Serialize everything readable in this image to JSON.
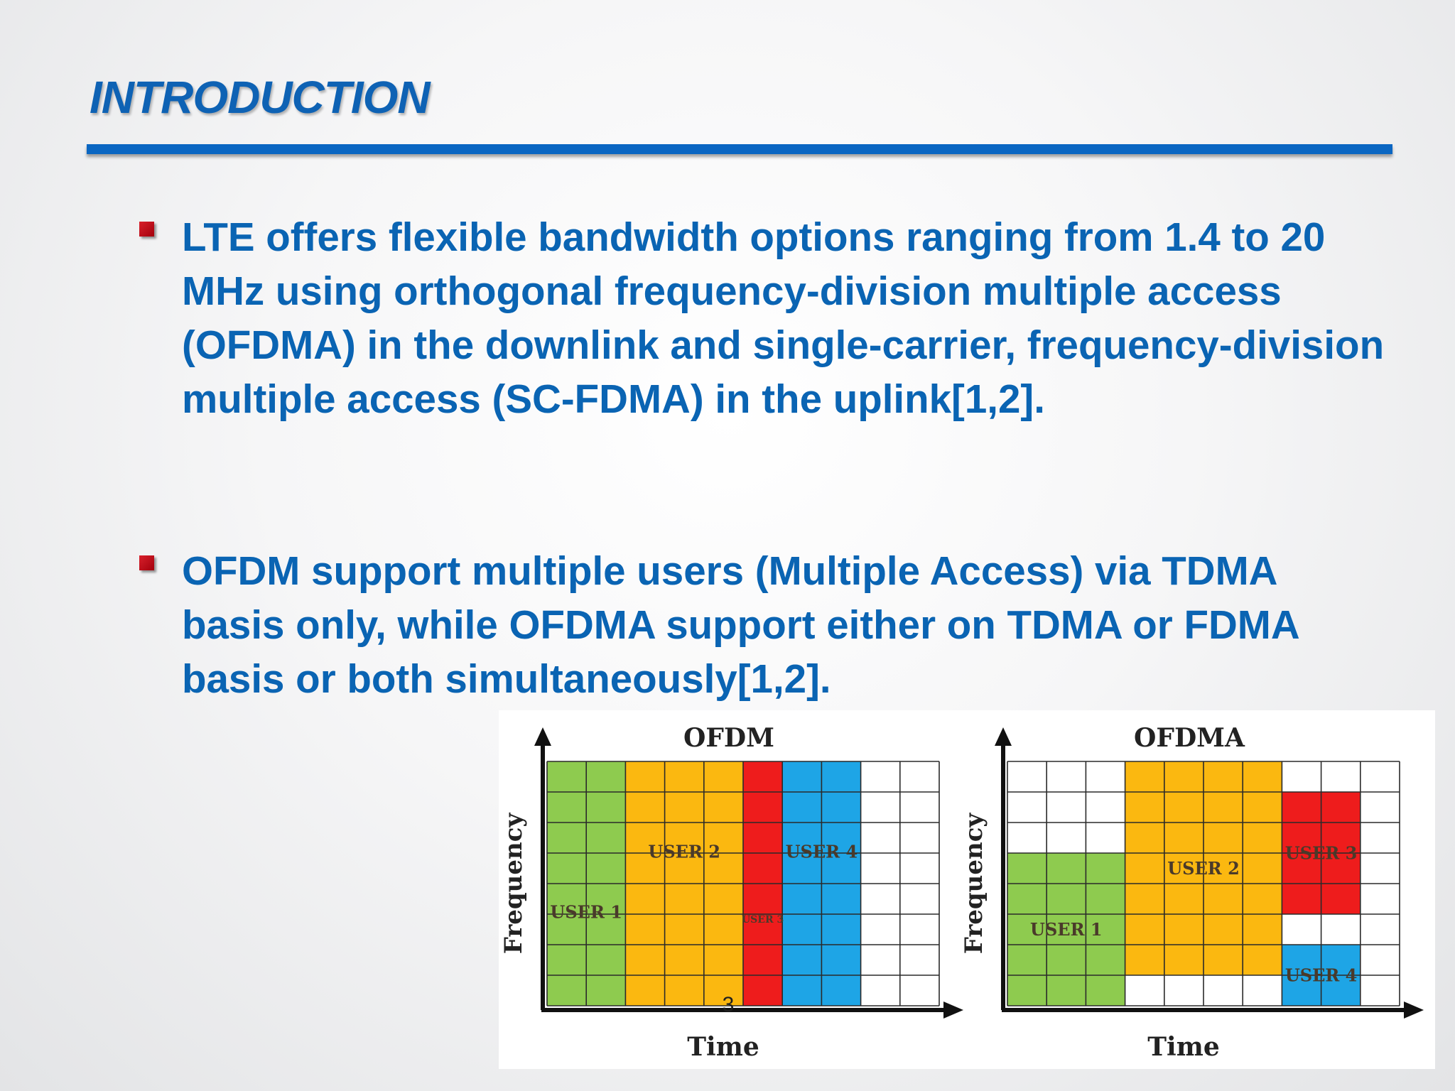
{
  "slide": {
    "title": "INTRODUCTION",
    "page_number": "3",
    "bullets": [
      {
        "text": "LTE offers flexible bandwidth options ranging from 1.4 to 20 MHz using orthogonal frequency-division multiple access (OFDMA) in the downlink and single-carrier, frequency-division multiple access (SC-FDMA) in the uplink[1,2]."
      },
      {
        "text": "OFDM support multiple users (Multiple Access) via TDMA basis only, while OFDMA support either on TDMA or FDMA basis or both simultaneously[1,2]."
      }
    ]
  },
  "figure": {
    "colors": {
      "user1": "#8ecb4f",
      "user2": "#fbb810",
      "user3": "#ee1c1c",
      "user4": "#1ea5e6",
      "empty": "#ffffff"
    },
    "panels": [
      {
        "title": "OFDM",
        "xlabel": "Time",
        "ylabel": "Frequency",
        "columns": 10,
        "rows": 8,
        "blocks": [
          {
            "user": "user1",
            "label": "USER 1",
            "col_start": 0,
            "col_span": 2,
            "row_start": 0,
            "row_span": 8
          },
          {
            "user": "user2",
            "label": "USER 2",
            "col_start": 2,
            "col_span": 3,
            "row_start": 0,
            "row_span": 8
          },
          {
            "user": "user3",
            "label": "USER 3",
            "col_start": 5,
            "col_span": 1,
            "row_start": 0,
            "row_span": 8
          },
          {
            "user": "user4",
            "label": "USER 4",
            "col_start": 6,
            "col_span": 2,
            "row_start": 0,
            "row_span": 8
          }
        ]
      },
      {
        "title": "OFDMA",
        "xlabel": "Time",
        "ylabel": "Frequency",
        "columns": 10,
        "rows": 8,
        "blocks": [
          {
            "user": "user1",
            "label": "USER 1",
            "col_start": 0,
            "col_span": 3,
            "row_start": 0,
            "row_span": 5
          },
          {
            "user": "user2",
            "label": "USER 2",
            "col_start": 3,
            "col_span": 4,
            "row_start": 1,
            "row_span": 7
          },
          {
            "user": "user3",
            "label": "USER 3",
            "col_start": 7,
            "col_span": 2,
            "row_start": 3,
            "row_span": 4
          },
          {
            "user": "user4",
            "label": "USER 4",
            "col_start": 7,
            "col_span": 2,
            "row_start": 0,
            "row_span": 2
          }
        ]
      }
    ]
  }
}
